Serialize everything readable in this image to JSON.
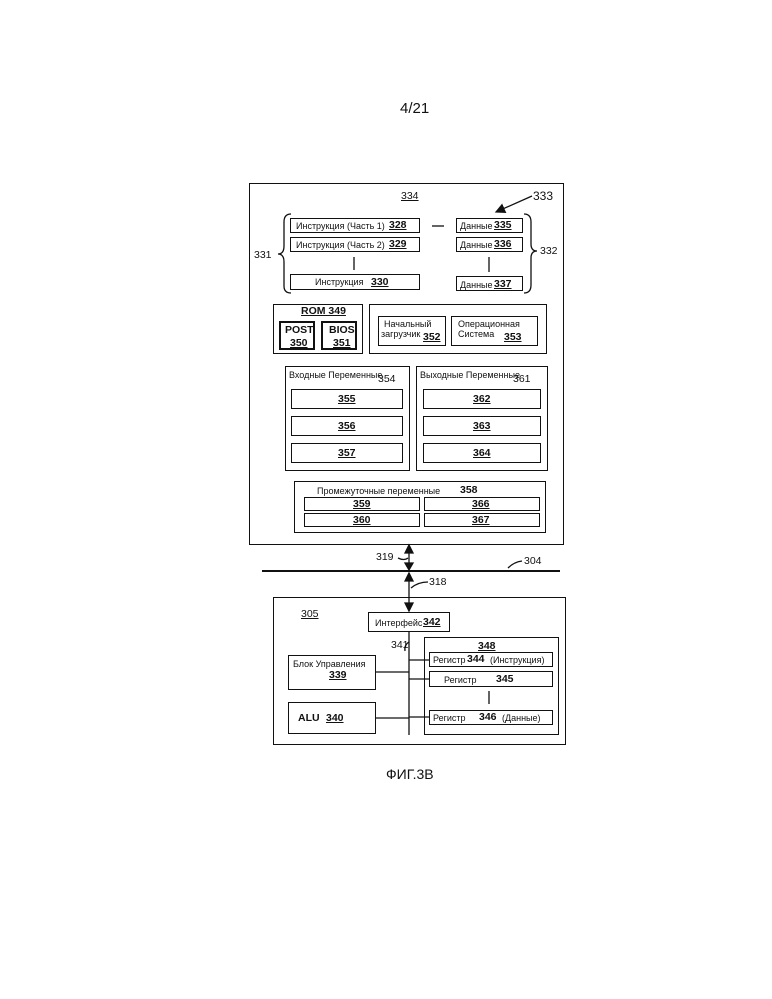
{
  "sheet": {
    "page": "4/21",
    "figure": "ФИГ.3В"
  },
  "memory": {
    "ref": "334",
    "arrow_ref": "333",
    "instr_group_ref": "331",
    "data_group_ref": "332",
    "instructions": [
      {
        "label": "Инструкция (Часть 1)",
        "ref": "328"
      },
      {
        "label": "Инструкция (Часть 2)",
        "ref": "329"
      },
      {
        "label": "Инструкция",
        "ref": "330"
      }
    ],
    "data": [
      {
        "label": "Данные",
        "ref": "335"
      },
      {
        "label": "Данные",
        "ref": "336"
      },
      {
        "label": "Данные",
        "ref": "337"
      }
    ],
    "rom": {
      "label": "ROM 349",
      "post": {
        "label": "POST",
        "ref": "350"
      },
      "bios": {
        "label": "BIOS",
        "ref": "351"
      }
    },
    "boot": {
      "line1": "Начальный",
      "line2": "загрузчик",
      "ref": "352"
    },
    "os": {
      "line1": "Операционная",
      "line2": "Система",
      "ref": "353"
    },
    "input_vars": {
      "label": "Входные Переменные",
      "ref": "354",
      "items": [
        "355",
        "356",
        "357"
      ]
    },
    "output_vars": {
      "label": "Выходные Переменные",
      "ref": "361",
      "items": [
        "362",
        "363",
        "364"
      ]
    },
    "intermediate": {
      "label": "Промежуточные переменные",
      "ref": "358",
      "items": [
        "359",
        "366",
        "360",
        "367"
      ]
    }
  },
  "bus": {
    "ref_upper": "319",
    "ref_bus": "304",
    "ref_lower": "318"
  },
  "processor": {
    "ref": "305",
    "interface": {
      "label": "Интерфейс",
      "ref": "342"
    },
    "internal_bus_ref": "341",
    "control": {
      "label": "Блок Управления",
      "ref": "339"
    },
    "alu": {
      "label": "ALU",
      "ref": "340"
    },
    "registers_ref": "348",
    "registers": [
      {
        "label": "Регистр",
        "ref": "344",
        "note": "(Инструкция)"
      },
      {
        "label": "Регистр",
        "ref": "345",
        "note": ""
      },
      {
        "label": "Регистр",
        "ref": "346",
        "note": "(Данные)"
      }
    ]
  }
}
